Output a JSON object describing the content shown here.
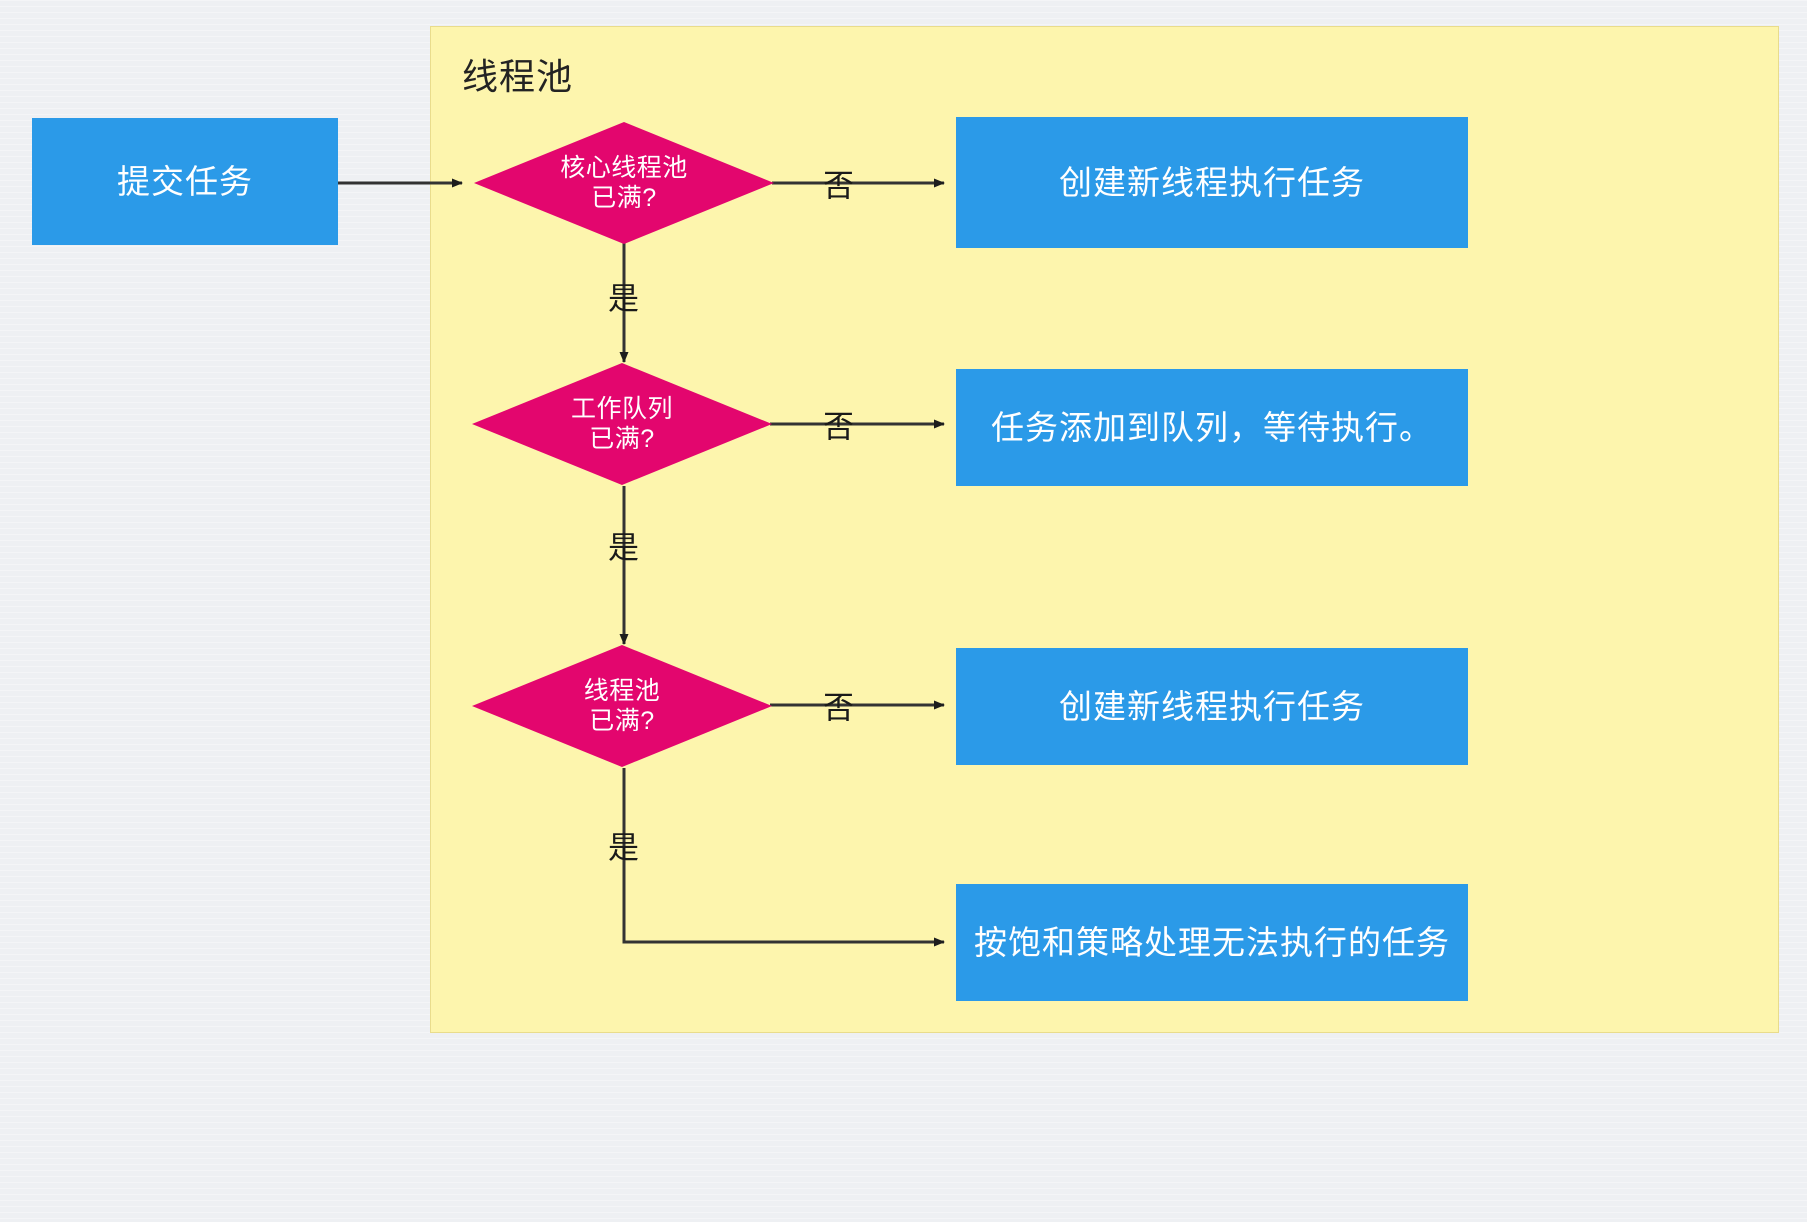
{
  "diagram": {
    "title_visible": false,
    "subgraph": {
      "label": "线程池",
      "background_color": "#fdf5ad",
      "border_color": "#e9dc8c"
    },
    "colors": {
      "canvas_background": "#eef0f3",
      "process_fill": "#2b9ae8",
      "process_text": "#ffffff",
      "decision_fill": "#e3066e",
      "decision_text": "#ffffff",
      "edge_stroke": "#333333",
      "edge_label_text": "#1a1a1a"
    },
    "nodes": [
      {
        "id": "submit",
        "type": "process",
        "label": "提交任务"
      },
      {
        "id": "core",
        "type": "decision",
        "label": "核心线程池\n已满?"
      },
      {
        "id": "create1",
        "type": "process",
        "label": "创建新线程执行任务"
      },
      {
        "id": "queue",
        "type": "decision",
        "label": "工作队列\n已满?"
      },
      {
        "id": "enqueue",
        "type": "process",
        "label": "任务添加到队列，等待执行。"
      },
      {
        "id": "pool",
        "type": "decision",
        "label": "线程池\n已满?"
      },
      {
        "id": "create2",
        "type": "process",
        "label": "创建新线程执行任务"
      },
      {
        "id": "reject",
        "type": "process",
        "label": "按饱和策略处理无法执行的任务"
      }
    ],
    "edges": [
      {
        "from": "submit",
        "to": "core",
        "label": ""
      },
      {
        "from": "core",
        "to": "create1",
        "label": "否"
      },
      {
        "from": "core",
        "to": "queue",
        "label": "是"
      },
      {
        "from": "queue",
        "to": "enqueue",
        "label": "否"
      },
      {
        "from": "queue",
        "to": "pool",
        "label": "是"
      },
      {
        "from": "pool",
        "to": "create2",
        "label": "否"
      },
      {
        "from": "pool",
        "to": "reject",
        "label": "是"
      }
    ]
  }
}
